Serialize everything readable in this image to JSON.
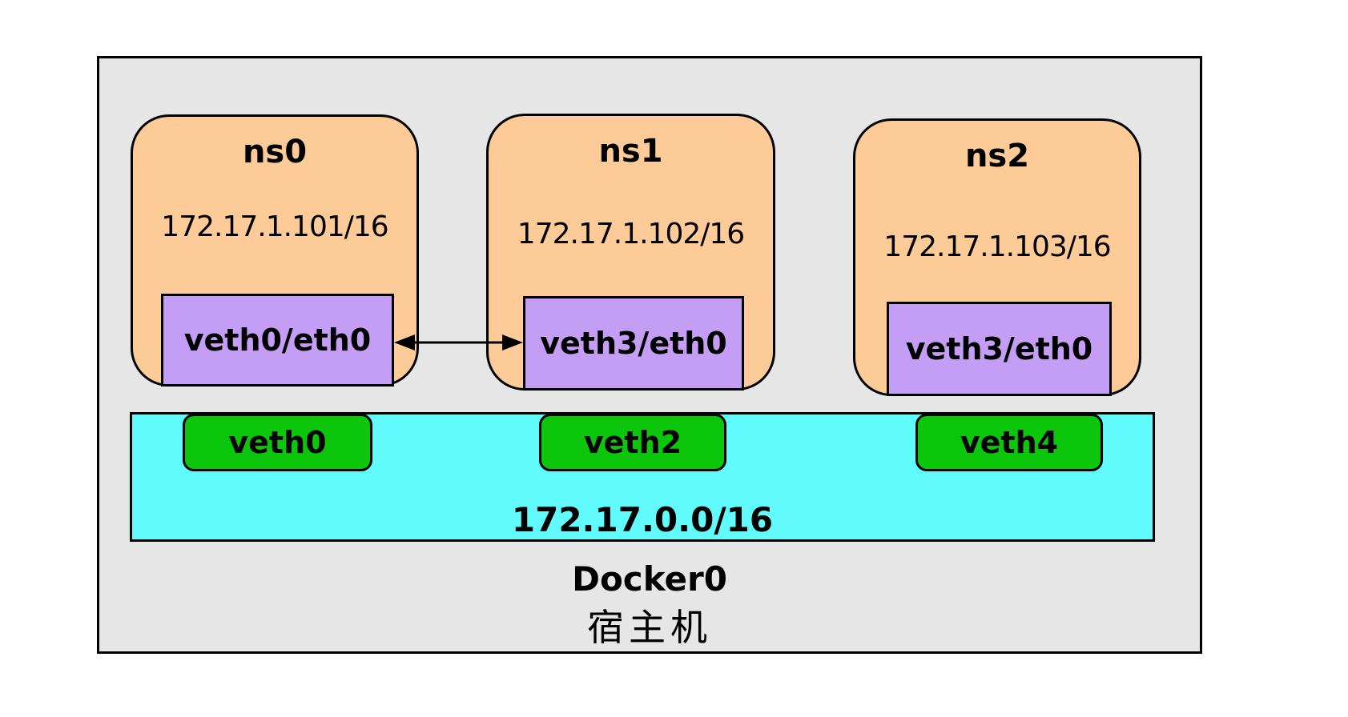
{
  "colors": {
    "pageBg": "#ffffff",
    "hostBg": "#e6e6e6",
    "nsBg": "#fdcb97",
    "ifaceBg": "#c49df4",
    "bridgeBg": "#61fbfe",
    "portBg": "#0bc60b",
    "stroke": "#000000"
  },
  "host": {
    "label": "宿主机"
  },
  "bridge": {
    "name": "Docker0",
    "subnet": "172.17.0.0/16",
    "ports": [
      {
        "label": "veth0"
      },
      {
        "label": "veth2"
      },
      {
        "label": "veth4"
      }
    ]
  },
  "namespaces": [
    {
      "name": "ns0",
      "ip": "172.17.1.101/16",
      "iface": "veth0/eth0"
    },
    {
      "name": "ns1",
      "ip": "172.17.1.102/16",
      "iface": "veth3/eth0"
    },
    {
      "name": "ns2",
      "ip": "172.17.1.103/16",
      "iface": "veth3/eth0"
    }
  ],
  "connection": {
    "from": "veth0/eth0",
    "to": "veth3/eth0",
    "type": "bidirectional-arrow"
  }
}
